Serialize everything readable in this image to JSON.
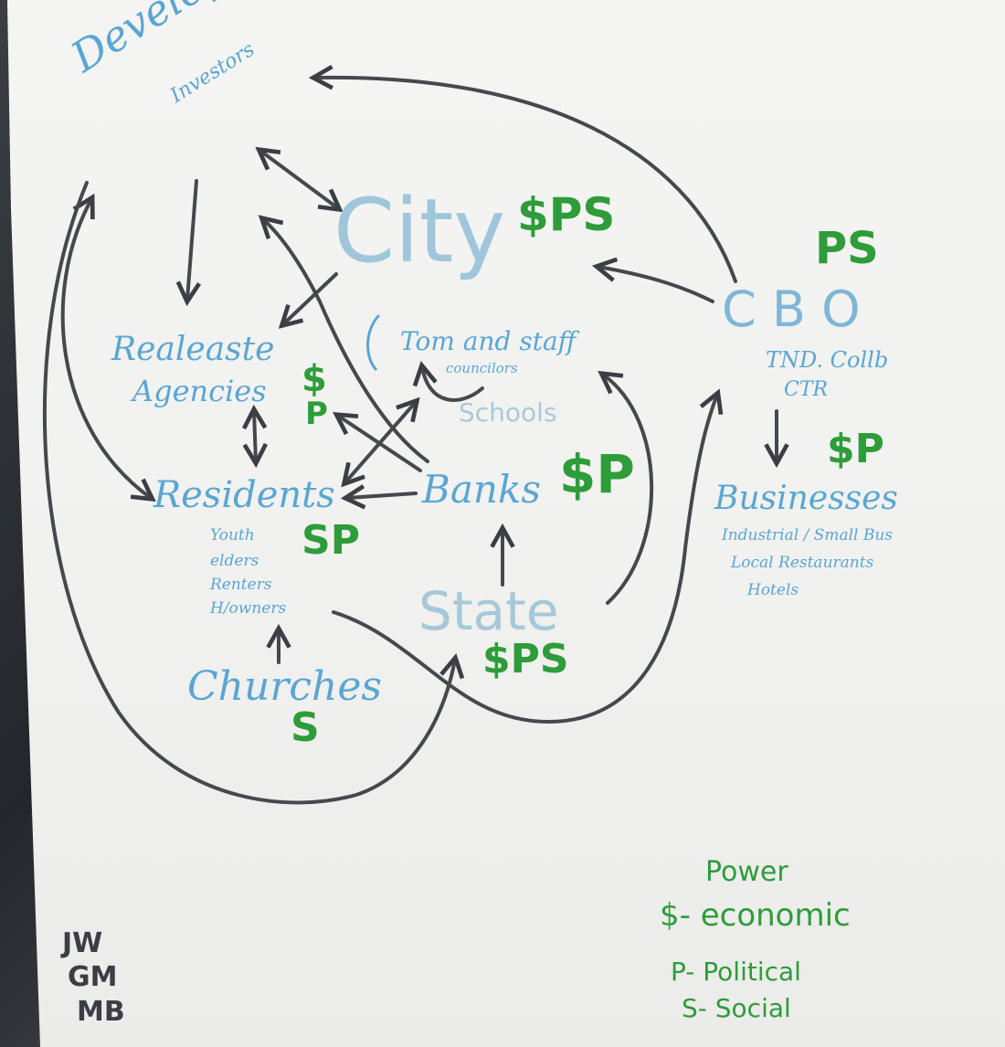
{
  "nodes": {
    "developers": "Developers",
    "investors": "Investors",
    "city": "City",
    "city_tag": "$PS",
    "tom_and_staff": "Tom and staff",
    "council": "councilors",
    "schools": "Schools",
    "real_estate": "Realeaste",
    "agencies": "Agencies",
    "agencies_tag_1": "$",
    "agencies_tag_2": "P",
    "residents": "Residents",
    "residents_tag": "SP",
    "residents_sub_1": "Youth",
    "residents_sub_2": "elders",
    "residents_sub_3": "Renters",
    "residents_sub_4": "H/owners",
    "banks": "Banks",
    "banks_tag": "$P",
    "state": "State",
    "state_tag": "$PS",
    "churches": "Churches",
    "churches_tag": "S",
    "cbo": "C B O",
    "cbo_tag": "PS",
    "cbo_sub_1": "TND. Collb",
    "cbo_sub_2": "CTR",
    "businesses": "Businesses",
    "businesses_tag": "$P",
    "businesses_sub_1": "Industrial / Small Bus",
    "businesses_sub_2": "Local Restaurants",
    "businesses_sub_3": "Hotels"
  },
  "legend": {
    "title": "Power",
    "economic": "$- economic",
    "political": "P- Political",
    "social": "S- Social"
  },
  "initials": [
    "JW",
    "GM",
    "MB"
  ],
  "colors": {
    "node_text": "#5aa6d2",
    "power_tag": "#2e9c3a",
    "arrow": "#45484d"
  }
}
